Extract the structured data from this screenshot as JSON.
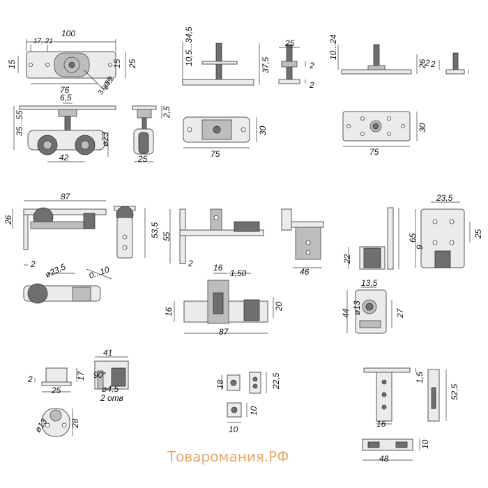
{
  "watermark": "Товаромания.РФ",
  "labels": {
    "d100": "100",
    "d17_21": "17, 21",
    "d15a": "15",
    "d15b": "15",
    "d25a": "25",
    "d76": "76",
    "d42": "ø4,2",
    "d3otv": "3 отв",
    "d6_5": "6,5",
    "d35_55": "35...55",
    "d2_5": "2,5",
    "d23a": "ø23",
    "d42b": "42",
    "d25b": "25",
    "d10_5": "10,5...34,5",
    "d37_5": "37,5",
    "d25c": "25",
    "d2a": "2",
    "d2b": "2",
    "d10_24": "10...24",
    "d26a": "26",
    "d2c": "2",
    "d2d": "2",
    "d30a": "30",
    "d75a": "75",
    "d30b": "30",
    "d75b": "75",
    "d87a": "87",
    "d26b": "26",
    "d53_5": "53,5",
    "d2e": "2",
    "d23_5": "ø23,5",
    "d0_10": "0...10",
    "d55": "55",
    "d2f": "2",
    "d16a": "16",
    "d1_50": "1,50",
    "d16b": "16",
    "d20": "20",
    "d87b": "87",
    "d46": "46",
    "d22": "22",
    "d65": "65",
    "d23_5b": "23,5",
    "d25d": "25",
    "d9": "9",
    "d13_5": "13,5",
    "d44": "44",
    "d13": "ø13",
    "d27": "27",
    "d2g": "2",
    "d17": "17",
    "d25e": "25",
    "d41": "41",
    "d90": "90°",
    "d4_5": "ø4,5",
    "d2otv": "2 отв",
    "d13b": "ø13",
    "d28": "28",
    "d18": "18",
    "d22_5": "22,5",
    "d10a": "10",
    "d10b": "10",
    "d1_5": "1,5",
    "d52_5": "52,5",
    "d16c": "16",
    "d48": "48",
    "d10c": "10"
  }
}
